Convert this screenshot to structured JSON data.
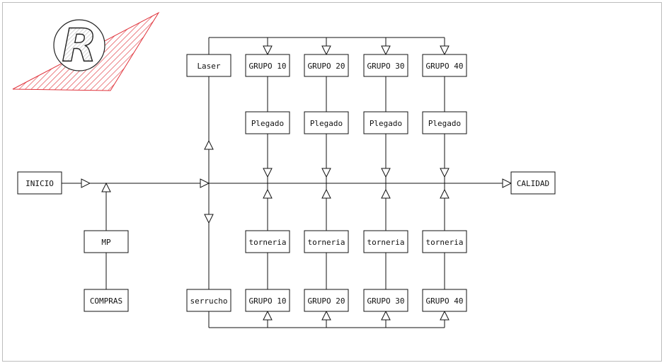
{
  "logo": {
    "letter": "R",
    "accent_color": "#e0343c"
  },
  "boxes": {
    "inicio": "INICIO",
    "mp": "MP",
    "compras": "COMPRAS",
    "laser": "Laser",
    "serrucho": "serrucho",
    "calidad": "CALIDAD",
    "top_groups": [
      "GRUPO 10",
      "GRUPO 20",
      "GRUPO 30",
      "GRUPO 40"
    ],
    "plegado": [
      "Plegado",
      "Plegado",
      "Plegado",
      "Plegado"
    ],
    "torneria": [
      "torneria",
      "torneria",
      "torneria",
      "torneria"
    ],
    "bottom_groups": [
      "GRUPO 10",
      "GRUPO 20",
      "GRUPO 30",
      "GRUPO 40"
    ]
  }
}
